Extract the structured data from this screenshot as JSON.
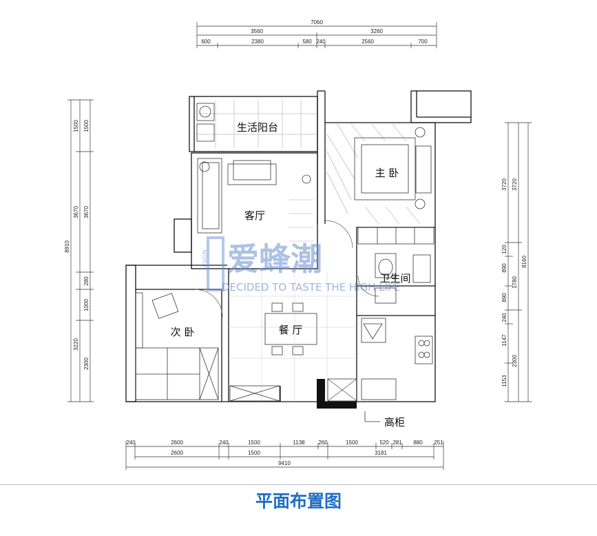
{
  "title": "平面布置图",
  "rooms": {
    "balcony": "生活阳台",
    "living": "客厅",
    "master": "主 卧",
    "bath": "卫生间",
    "second": "次 卧",
    "dining": "餐 厅",
    "cabinet": "高柜"
  },
  "watermark": {
    "brand": "爱蜂潮",
    "slogan": "DECIDED TO TASTE THE HIGH LIFE",
    "side": "ESIGN"
  },
  "dimensions": {
    "top_total": "7060",
    "top_mid": [
      "3560",
      "3260"
    ],
    "top_detail": [
      "600",
      "2380",
      "580",
      "240",
      "2560",
      "700"
    ],
    "bottom_detail": [
      "240",
      "2600",
      "240",
      "1500",
      "1138",
      "260",
      "1500",
      "520",
      "281",
      "880",
      "251"
    ],
    "bottom_mid": [
      "2600",
      "1500",
      "3181"
    ],
    "bottom_total": "9410",
    "left_outer": "8910",
    "left_mid": [
      "1500",
      "3670",
      "280",
      "1000",
      "3220"
    ],
    "left_inner": [
      "1500",
      "3670",
      "2300"
    ],
    "right_inner": [
      "3720",
      "120",
      "890",
      "890",
      "240",
      "1147",
      "1153"
    ],
    "right_mid": [
      "3720",
      "1780",
      "2300"
    ],
    "right_outer": "8160"
  }
}
